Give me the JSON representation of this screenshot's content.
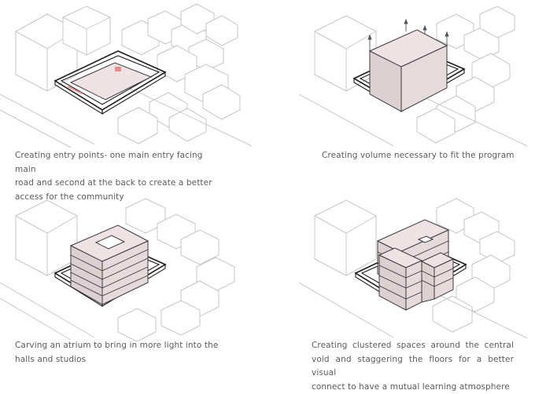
{
  "panels": [
    {
      "caption_lines": [
        "Creating entry points- one main entry facing main",
        "road and second at the back to create a better",
        "access for the community"
      ]
    },
    {
      "caption_lines": [
        "Creating volume necessary to fit the program"
      ]
    },
    {
      "caption_lines": [
        "Carving an atrium to bring in more light into the",
        "halls and studios"
      ]
    },
    {
      "caption_lines": [
        "Creating clustered spaces around the central",
        "void and staggering the floors for a better visual",
        "connect to have a mutual learning atmosphere"
      ]
    }
  ],
  "colors": {
    "massing_fill": "#eee2e4",
    "entry_marker": "#e98b8b",
    "plinth_outline": "#1c1c1c",
    "context_lines": "#c8c8c8",
    "caption_text": "#5a5a5a"
  }
}
